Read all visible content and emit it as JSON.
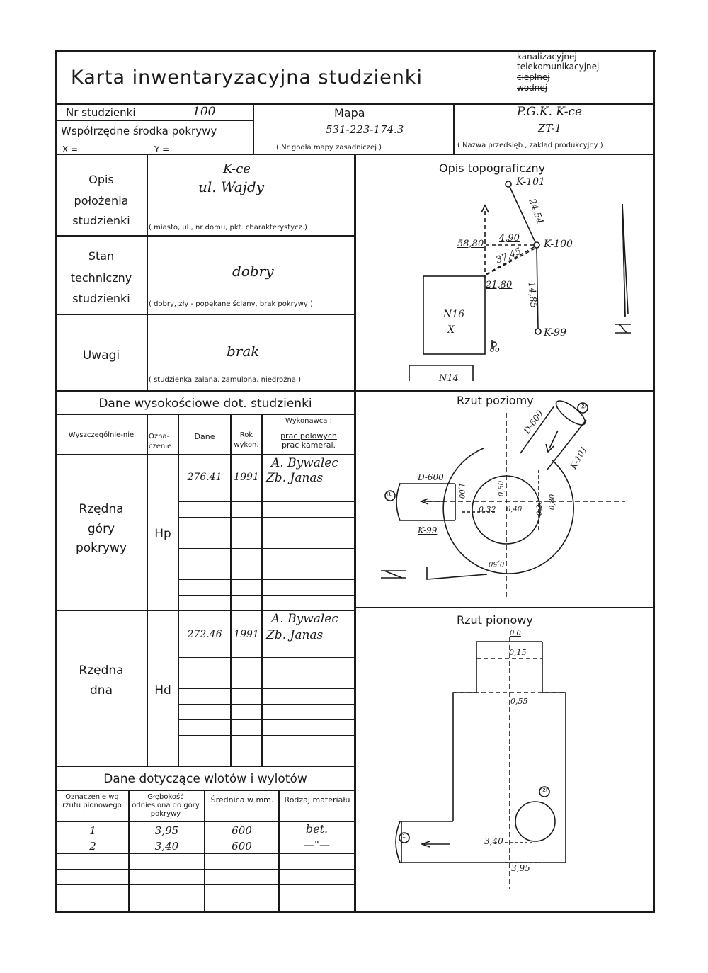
{
  "header": {
    "title": "Karta inwentaryzacyjna studzienki",
    "network_types": {
      "kanalizacyjnej": "kanalizacyjnej",
      "telekomunikacyjnej": "telekomunikacyjnej",
      "cieplnej": "cieplnej",
      "wodnej": "wodnej"
    }
  },
  "id_row": {
    "nr_label": "Nr studzienki",
    "nr_value": "100",
    "coords_label": "Współrzędne środka pokrywy",
    "x_label": "X =",
    "y_label": "Y =",
    "map_label": "Mapa",
    "map_value": "531-223-174.3",
    "map_caption": "( Nr godła mapy zasadniczej )",
    "company_line1": "P.G.K. K-ce",
    "company_line2": "ZT-1",
    "company_caption": "( Nazwa przedsięb., zakład produkcyjny )"
  },
  "location": {
    "label": [
      "Opis",
      "położenia",
      "studzienki"
    ],
    "line1": "K-ce",
    "line2": "ul. Wajdy",
    "caption": "( miasto, ul., nr domu, pkt. charakterystycz.)"
  },
  "condition": {
    "label": [
      "Stan",
      "techniczny",
      "studzienki"
    ],
    "value": "dobry",
    "caption": "( dobry, zły - popękane ściany, brak pokrywy )"
  },
  "remarks": {
    "label": "Uwagi",
    "value": "brak",
    "caption": "( studzienka zalana, zamulona, niedrożna )"
  },
  "heights": {
    "section_title": "Dane wysokościowe dot. studzienki",
    "col_item": "Wyszczególnie-nie",
    "col_symbol": "Ozna-czenie",
    "col_data": "Dane",
    "col_year": "Rok wykon.",
    "col_exec_title": "Wykonawca :",
    "col_exec_field": "prac polowych",
    "col_exec_office": "prac kameral.",
    "top": {
      "label": [
        "Rzędna",
        "góry",
        "pokrywy"
      ],
      "symbol": "Hp",
      "value": "276.41",
      "year": "1991",
      "exec1": "A. Bywalec",
      "exec2": "Zb. Janas"
    },
    "bottom": {
      "label": [
        "Rzędna",
        "dna"
      ],
      "symbol": "Hd",
      "value": "272.46",
      "year": "1991",
      "exec1": "A. Bywalec",
      "exec2": "Zb. Janas"
    }
  },
  "inlets": {
    "section_title": "Dane dotyczące wlotów i wylotów",
    "col_mark": "Oznaczenie wg rzutu pionowego",
    "col_depth": "Głębokość odniesiona do góry pokrywy",
    "col_diam": "Średnica w mm.",
    "col_material": "Rodzaj materiału",
    "rows": [
      {
        "mark": "1",
        "depth": "3,95",
        "diam": "600",
        "material": "bet."
      },
      {
        "mark": "2",
        "depth": "3,40",
        "diam": "600",
        "material": "—\"—"
      }
    ]
  },
  "topo": {
    "title": "Opis topograficzny",
    "k101": "K-101",
    "k100": "K-100",
    "k99": "K-99",
    "d2454": "24,54",
    "d490": "4,90",
    "d3745": "37,45",
    "d5880": "58,80",
    "d2180": "21,80",
    "d1485": "14,85",
    "building": "N16",
    "building_mark": "X",
    "building2": "N14",
    "do": "do"
  },
  "plan": {
    "title": "Rzut poziomy",
    "circle1": "①",
    "circle2": "②",
    "d600_left": "D-600",
    "d600_top": "D-600",
    "k99": "K-99",
    "k101": "K-101",
    "v100": "1,00",
    "v050a": "0,50",
    "v032": "0,32",
    "v040": "0,40",
    "v020": "0,20",
    "v080": "0,80",
    "v050b": "0,50"
  },
  "elevation": {
    "title": "Rzut pionowy",
    "v000": "0,0",
    "v015": "0,15",
    "v055": "0,55",
    "v340": "3,40",
    "v395": "3,95",
    "circle1": "①",
    "circle2": "②"
  }
}
